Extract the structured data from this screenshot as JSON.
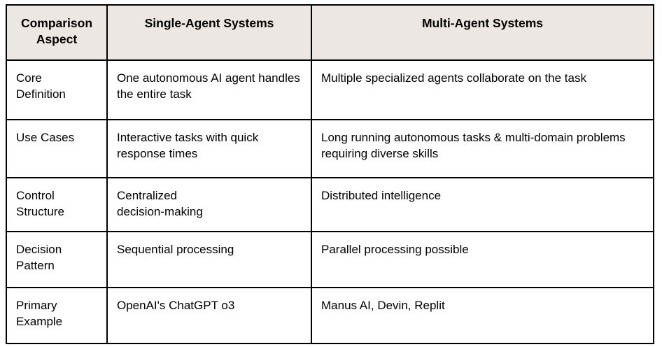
{
  "table": {
    "columns": [
      {
        "key": "aspect",
        "label": "Comparison\nAspect"
      },
      {
        "key": "single",
        "label": "Single-Agent Systems"
      },
      {
        "key": "multi",
        "label": "Multi-Agent Systems"
      }
    ],
    "header_background": "#ECE7E2",
    "border_color": "#000000",
    "body_background": "#FFFFFF",
    "text_color": "#000000",
    "rows": [
      {
        "aspect": "Core\nDefinition",
        "single": "One autonomous AI agent handles the entire task",
        "multi": "Multiple specialized agents collaborate on the task"
      },
      {
        "aspect": "Use Cases",
        "single": "Interactive tasks with quick response times",
        "multi": "Long running autonomous tasks & multi-domain problems requiring diverse skills"
      },
      {
        "aspect": "Control\nStructure",
        "single": "Centralized\ndecision-making",
        "multi": "Distributed intelligence"
      },
      {
        "aspect": "Decision\nPattern",
        "single": "Sequential processing",
        "multi": "Parallel processing possible"
      },
      {
        "aspect": "Primary\nExample",
        "single": "OpenAI's ChatGPT o3",
        "multi": "Manus AI, Devin, Replit"
      }
    ]
  }
}
